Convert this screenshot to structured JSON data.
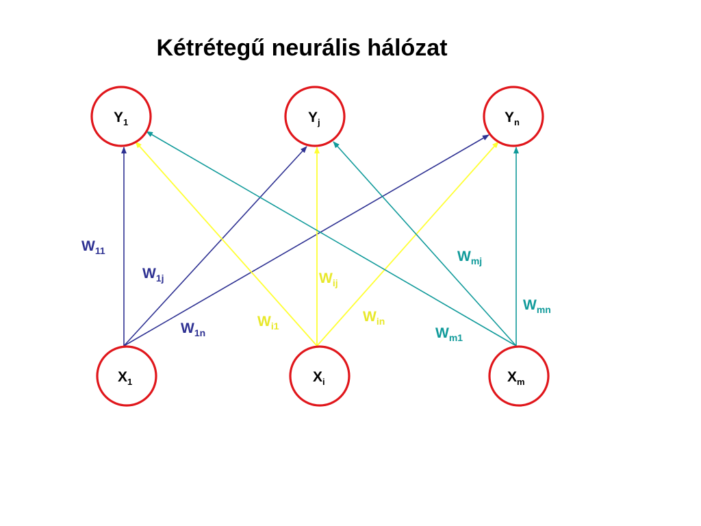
{
  "title": "Kétrétegű neurális hálózat",
  "colors": {
    "node_stroke": "#e0161b",
    "from_x1": "#2e3192",
    "from_xi": "#ffff33",
    "from_xm": "#109a9a"
  },
  "output_nodes": [
    {
      "main": "Y",
      "sub": "1"
    },
    {
      "main": "Y",
      "sub": "j"
    },
    {
      "main": "Y",
      "sub": "n"
    }
  ],
  "input_nodes": [
    {
      "main": "X",
      "sub": "1"
    },
    {
      "main": "X",
      "sub": "i"
    },
    {
      "main": "X",
      "sub": "m"
    }
  ],
  "weights": [
    {
      "main": "W",
      "sub": "11",
      "from": "X1",
      "to": "Y1",
      "color": "#2e3192"
    },
    {
      "main": "W",
      "sub": "1j",
      "from": "X1",
      "to": "Yj",
      "color": "#2e3192"
    },
    {
      "main": "W",
      "sub": "1n",
      "from": "X1",
      "to": "Yn",
      "color": "#2e3192"
    },
    {
      "main": "W",
      "sub": "i1",
      "from": "Xi",
      "to": "Y1",
      "color": "#e8e82a"
    },
    {
      "main": "W",
      "sub": "ij",
      "from": "Xi",
      "to": "Yj",
      "color": "#e8e82a"
    },
    {
      "main": "W",
      "sub": "in",
      "from": "Xi",
      "to": "Yn",
      "color": "#e8e82a"
    },
    {
      "main": "W",
      "sub": "m1",
      "from": "Xm",
      "to": "Y1",
      "color": "#109a9a"
    },
    {
      "main": "W",
      "sub": "mj",
      "from": "Xm",
      "to": "Yj",
      "color": "#109a9a"
    },
    {
      "main": "W",
      "sub": "mn",
      "from": "Xm",
      "to": "Yn",
      "color": "#109a9a"
    }
  ]
}
